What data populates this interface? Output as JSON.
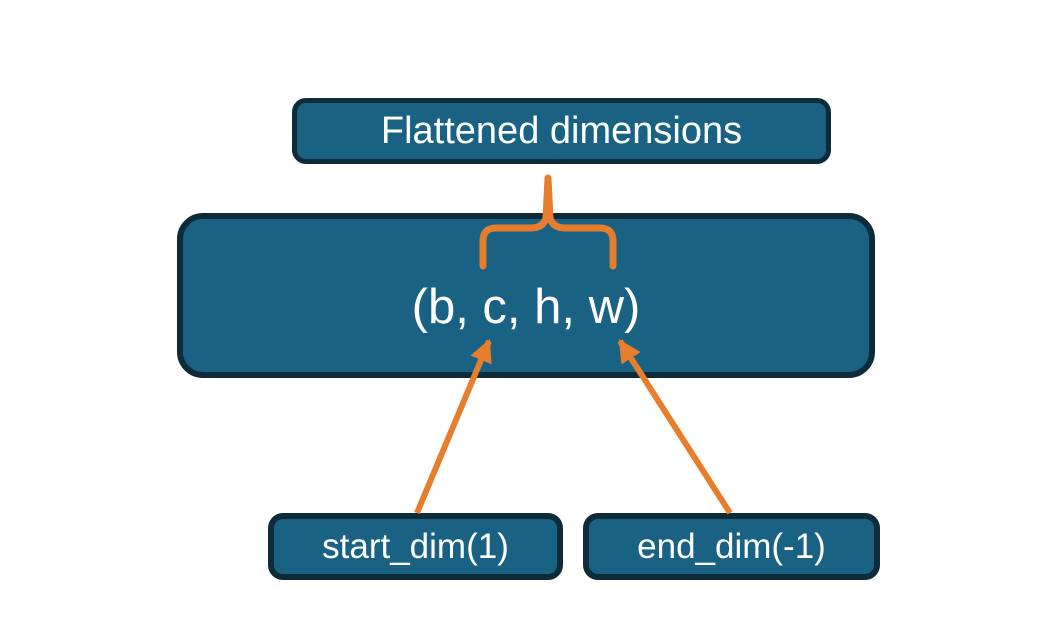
{
  "diagram": {
    "nodes": {
      "flattened": {
        "label": "Flattened dimensions"
      },
      "tensor": {
        "label": "(b, c, h, w)"
      },
      "start_dim": {
        "label": "start_dim(1)"
      },
      "end_dim": {
        "label": "end_dim(-1)"
      }
    },
    "colors": {
      "node_fill": "#196284",
      "node_border": "#0E2B3A",
      "accent": "#E67E2E",
      "text": "#FFFFFF",
      "background": "#FFFFFF"
    }
  }
}
